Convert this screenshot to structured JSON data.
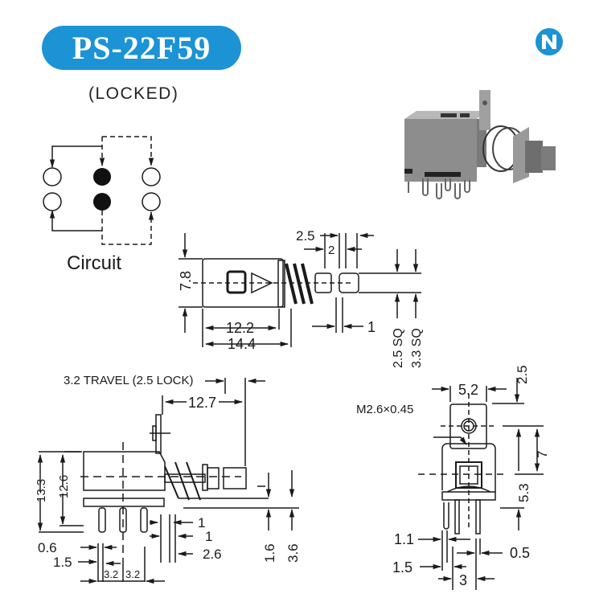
{
  "header": {
    "model": "PS-22F59",
    "subtitle": "(LOCKED)",
    "brand_color": "#1b93d5",
    "logo_letter": "N"
  },
  "circuit": {
    "label": "Circuit",
    "terminals": [
      {
        "row": 1,
        "col": 1,
        "type": "open"
      },
      {
        "row": 1,
        "col": 2,
        "type": "filled"
      },
      {
        "row": 1,
        "col": 3,
        "type": "open"
      },
      {
        "row": 2,
        "col": 1,
        "type": "open"
      },
      {
        "row": 2,
        "col": 2,
        "type": "filled"
      },
      {
        "row": 2,
        "col": 3,
        "type": "open"
      }
    ]
  },
  "top_view": {
    "dims": {
      "height": "7.8",
      "body_len": "12.2",
      "total_len": "14.4",
      "gap_a": "2.5",
      "gap_b": "2",
      "gap_c": "1",
      "sq_inner": "2.5 SQ",
      "sq_outer": "3.3 SQ"
    }
  },
  "side_view": {
    "travel_note": "3.2 TRAVEL (2.5 LOCK)",
    "dims": {
      "bracket_to_tip": "12.7",
      "h_total": "13.3",
      "h_body": "12.6",
      "pin_w": "0.6",
      "pin_off": "1.5",
      "pitch_a": "3.2",
      "pitch_b": "3.2",
      "tab_a": "1",
      "tab_b": "1",
      "tab_c": "2.6",
      "base_a": "1.6",
      "base_b": "3.6"
    }
  },
  "front_view": {
    "thread_note": "M2.6×0.45",
    "dims": {
      "bracket_w": "5.2",
      "top_off": "2.5",
      "v_a": "7",
      "v_b": "5.3",
      "pin_a": "1.1",
      "pin_b": "1.5",
      "pin_c": "0.5",
      "pin_pitch": "3"
    }
  },
  "photo": {
    "alt": "push switch product photo"
  }
}
